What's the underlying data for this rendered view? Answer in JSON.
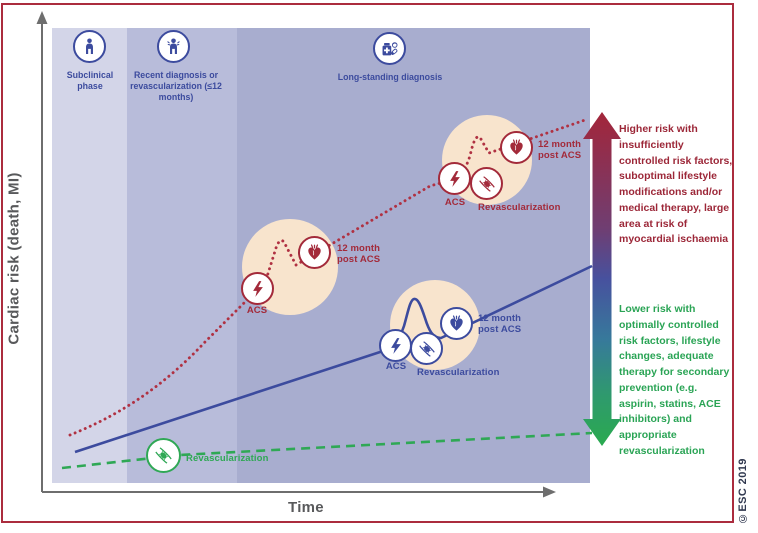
{
  "axes": {
    "y_label": "Cardiac risk (death, MI)",
    "x_label": "Time"
  },
  "copyright": "©ESC 2019",
  "phases": [
    {
      "label": "Subclinical phase",
      "icon": "patient-standing-icon"
    },
    {
      "label": "Recent diagnosis or revascularization (≤12 months)",
      "icon": "chest-pain-icon"
    },
    {
      "label": "Long-standing diagnosis",
      "icon": "medication-icon"
    }
  ],
  "event_labels": {
    "acs": "ACS",
    "revascularization": "Revascularization",
    "post_acs_line1": "12 month",
    "post_acs_line2": "post ACS"
  },
  "risk_annotations": {
    "higher": "Higher risk with insufficiently controlled risk factors, suboptimal lifestyle modifications and/or medical therapy, large area at risk of myocardial ischaemia",
    "lower": "Lower risk with optimally controlled risk factors, lifestyle changes, adequate therapy for secondary prevention (e.g. aspirin, statins, ACE inhibitors) and appropriate revascularization"
  },
  "curves": [
    {
      "id": "high-risk-trajectory",
      "style": "dotted",
      "color": "#b03142",
      "events": [
        "ACS",
        "12 month post ACS",
        "ACS",
        "Revascularization",
        "12 month post ACS"
      ],
      "description": "Steeply rising risk with two ACS event spikes"
    },
    {
      "id": "intermediate-risk-trajectory",
      "style": "solid",
      "color": "#3c4b9e",
      "events": [
        "ACS",
        "Revascularization",
        "12 month post ACS"
      ],
      "description": "Moderately rising risk with one ACS event spike"
    },
    {
      "id": "low-risk-trajectory",
      "style": "dashed",
      "color": "#2fa855",
      "events": [
        "Revascularization"
      ],
      "description": "Nearly flat low risk after revascularization"
    }
  ],
  "colors": {
    "band_subclinical": "#d3d5e8",
    "band_recent": "#b8bcda",
    "band_longstanding": "#a8adcf",
    "event_highlight": "#f8e4cd",
    "high_risk_line": "#b03142",
    "intermediate_risk_line": "#3c4b9e",
    "low_risk_line": "#2fa855",
    "arrow_top": "#a3263a",
    "arrow_bottom": "#2aaa4f",
    "frame_border": "#ab2c3e",
    "axis": "#6e6e6e"
  }
}
